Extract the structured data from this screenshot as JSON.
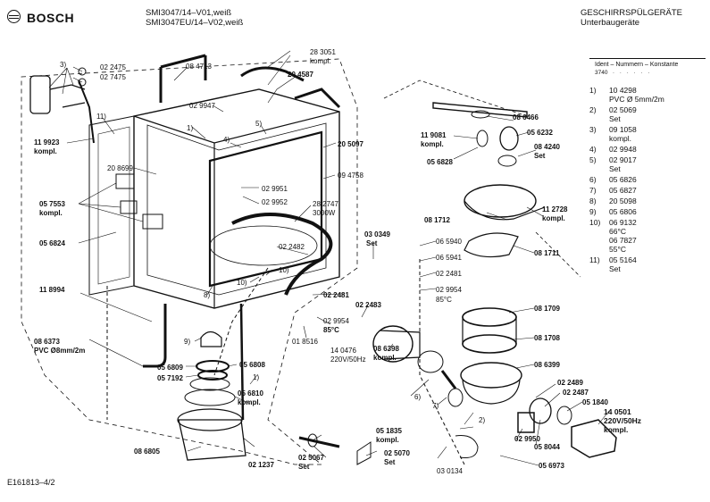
{
  "header": {
    "brand": "BOSCH",
    "model_line1": "SMI3047/14–V01,weiß",
    "model_line2": "SMI3047EU/14–V02,weiß",
    "category": "GESCHIRRSPÜLGERÄTE",
    "subcategory": "Unterbaugeräte",
    "ident_label": "Ident – Nummern – Konstante",
    "ident_value": "3740"
  },
  "legend": [
    {
      "num": "1)",
      "lines": [
        "10 4298",
        "PVC Ø 5mm/2m"
      ]
    },
    {
      "num": "2)",
      "lines": [
        "02 5069",
        "Set"
      ]
    },
    {
      "num": "3)",
      "lines": [
        "09 1058",
        "kompl."
      ]
    },
    {
      "num": "4)",
      "lines": [
        "02 9948"
      ]
    },
    {
      "num": "5)",
      "lines": [
        "02 9017",
        "Set"
      ]
    },
    {
      "num": "6)",
      "lines": [
        "05 6826"
      ]
    },
    {
      "num": "7)",
      "lines": [
        "05 6827"
      ]
    },
    {
      "num": "8)",
      "lines": [
        "20 5098"
      ]
    },
    {
      "num": "9)",
      "lines": [
        "05 6806"
      ]
    },
    {
      "num": "10)",
      "lines": [
        "06 9132",
        "66°C",
        "06 7827",
        "55°C"
      ]
    },
    {
      "num": "11)",
      "lines": [
        "05 5164",
        "Set"
      ]
    }
  ],
  "labels": {
    "l3": "3)",
    "l022475": "02 2475",
    "l027475": "02 7475",
    "l11": "11)",
    "l084713": "08 4713",
    "l283051": "28 3051",
    "l283051k": "kompl.",
    "l204587": "20 4587",
    "l029947": "02 9947",
    "l1a": "1)",
    "l4": "4)",
    "l5": "5)",
    "l119923": "11 9923",
    "l119923k": "kompl.",
    "l208699": "20 8699",
    "l057553": "05 7553",
    "l057553k": "kompl.",
    "l056824": "05 6824",
    "l118994": "11 8994",
    "l086373": "08 6373",
    "l086373b": "PVC Ø8mm/2m",
    "l205097": "20 5097",
    "l094758": "09 4758",
    "l029951": "02 9951",
    "l029952": "02 9952",
    "l282747": "28 2747",
    "l282747b": "3000W",
    "l022482": "02 2482",
    "l10a": "10)",
    "l10b": "10)",
    "l8": "8)",
    "l030349": "03 0349",
    "l030349s": "Set",
    "l022481a": "02 2481",
    "l022483": "02 2483",
    "l029954a": "02 9954",
    "l029954at": "85°C",
    "l018516": "01 8516",
    "l140476": "14 0476",
    "l140476v": "220V/50Hz",
    "l9": "9)",
    "l056809": "05 6809",
    "l056808": "05 6808",
    "l057192": "05 7192",
    "l1b": "1)",
    "l056810": "05 6810",
    "l056810k": "kompl.",
    "l086805": "08 6805",
    "l021237": "02 1237",
    "l051835": "05 1835",
    "l051835k": "kompl.",
    "l025067": "02 5067",
    "l025067s": "Set",
    "l025070": "02 5070",
    "l025070s": "Set",
    "l030134": "03 0134",
    "l056973": "05 6973",
    "l2": "2)",
    "l086398": "08 6398",
    "l086398k": "kompl.",
    "l6": "6)",
    "l7": "7)",
    "l086466": "08 6466",
    "l119081": "11 9081",
    "l119081k": "kompl.",
    "l056232": "05 6232",
    "l084240": "08 4240",
    "l084240s": "Set",
    "l056828": "05 6828",
    "l112728": "11 2728",
    "l112728k": "kompl.",
    "l081712": "08 1712",
    "l081711": "08 1711",
    "l065940": "06 5940",
    "l065941": "06 5941",
    "l022481b": "02 2481",
    "l029954b": "02 9954",
    "l029954bt": "85°C",
    "l081709": "08 1709",
    "l081708": "08 1708",
    "l086399": "08 6399",
    "l022489": "02 2489",
    "l022487": "02 2487",
    "l051840": "05 1840",
    "l140501": "14 0501",
    "l140501v": "220V/50Hz",
    "l140501k": "kompl.",
    "l029950": "02 9950",
    "l058044": "05 8044"
  },
  "footer": {
    "code": "E161813–4/2"
  }
}
